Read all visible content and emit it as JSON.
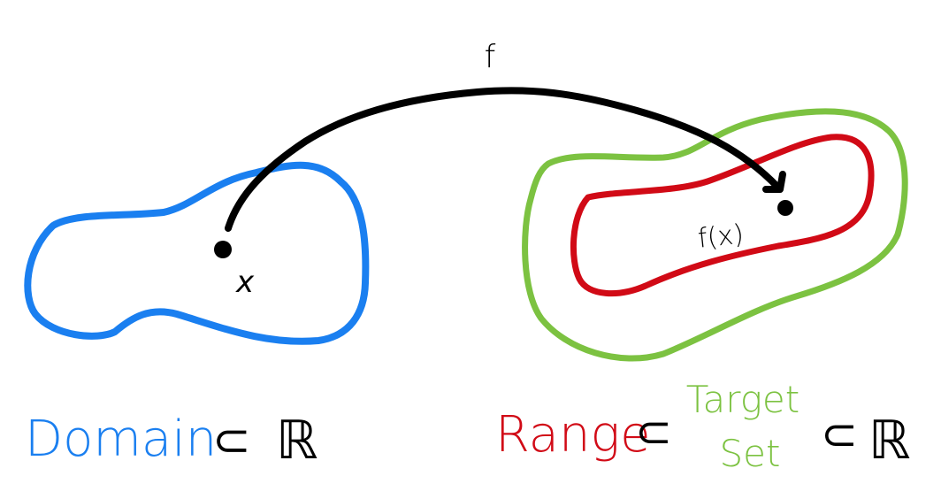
{
  "diagram": {
    "title": "Function mapping from Domain to Range within Target Set",
    "colors": {
      "domain": "#1a7ff0",
      "range": "#d10a16",
      "target_set": "#7cc241",
      "ink": "#000000",
      "background": "#ffffff"
    },
    "arrow": {
      "label": "f",
      "from": "point-x",
      "to": "point-fx"
    },
    "points": {
      "x_label": "x",
      "fx_label": "f(x)"
    },
    "sets": {
      "domain": {
        "name": "Domain"
      },
      "range": {
        "name": "Range"
      },
      "target_set": {
        "name_line1": "Target",
        "name_line2": "Set"
      }
    },
    "caption": {
      "domain": "Domain",
      "subset_symbol": "⊂",
      "reals": "ℝ",
      "range": "Range",
      "target_line1": "Target",
      "target_line2": "Set"
    }
  }
}
